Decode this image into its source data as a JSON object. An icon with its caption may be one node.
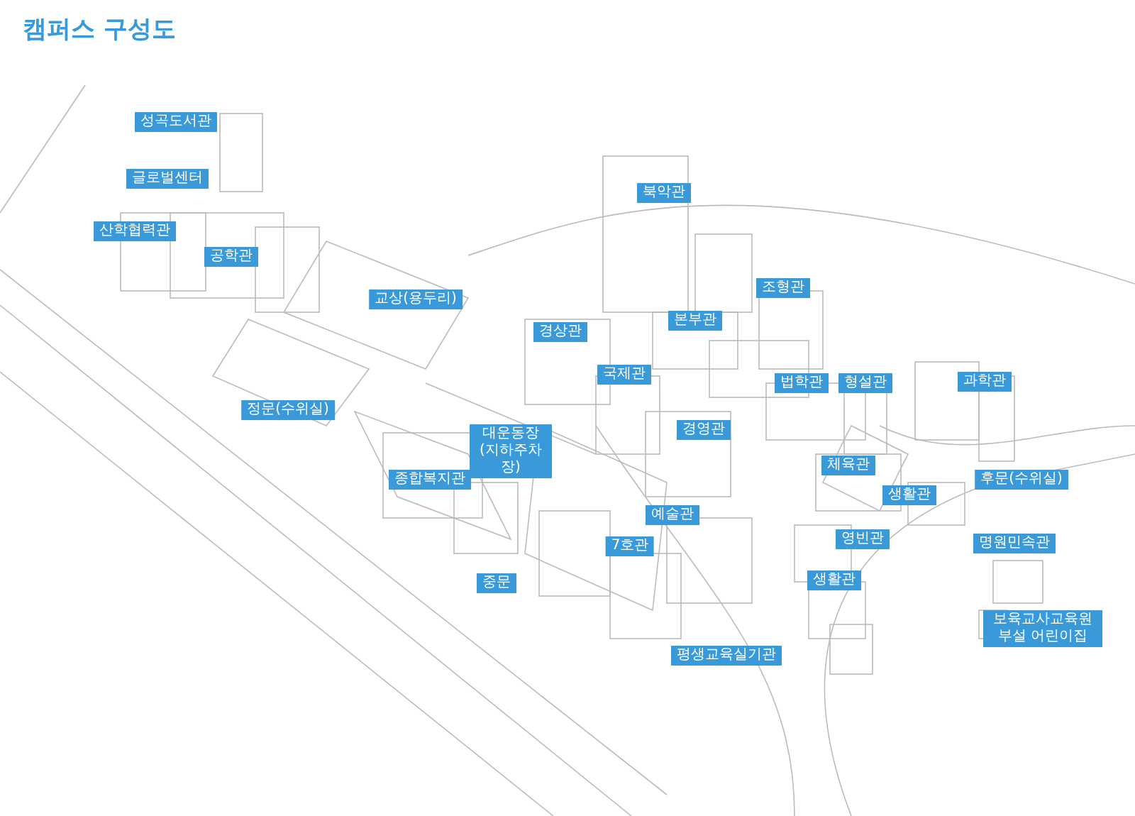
{
  "diagram": {
    "title": "캠퍼스 구성도",
    "nodes": [
      {
        "text": [
          "성곡도서관"
        ]
      },
      {
        "text": [
          "글로벌센터"
        ]
      },
      {
        "text": [
          "북악관"
        ]
      },
      {
        "text": [
          "산학협력관"
        ]
      },
      {
        "text": [
          "공학관"
        ]
      },
      {
        "text": [
          "조형관"
        ]
      },
      {
        "text": [
          "교상(용두리)"
        ]
      },
      {
        "text": [
          "본부관"
        ]
      },
      {
        "text": [
          "경상관"
        ]
      },
      {
        "text": [
          "국제관"
        ]
      },
      {
        "text": [
          "과학관"
        ]
      },
      {
        "text": [
          "법학관"
        ]
      },
      {
        "text": [
          "형설관"
        ]
      },
      {
        "text": [
          "정문(수위실)"
        ]
      },
      {
        "text": [
          "경영관"
        ]
      },
      {
        "text": [
          "대운동장 (지하주차장)"
        ]
      },
      {
        "text": [
          "체육관"
        ]
      },
      {
        "text": [
          "종합복지관"
        ]
      },
      {
        "text": [
          "후문(수위실)"
        ]
      },
      {
        "text": [
          "생활관"
        ]
      },
      {
        "text": [
          "예술관"
        ]
      },
      {
        "text": [
          "영빈관"
        ]
      },
      {
        "text": [
          "명원민속관"
        ]
      },
      {
        "text": [
          "7호관"
        ]
      },
      {
        "text": [
          "생활관"
        ]
      },
      {
        "text": [
          "중문"
        ]
      },
      {
        "text": [
          "보육교사교육원부설 어린이집"
        ]
      },
      {
        "text": [
          "평생교육실기관"
        ]
      }
    ]
  }
}
